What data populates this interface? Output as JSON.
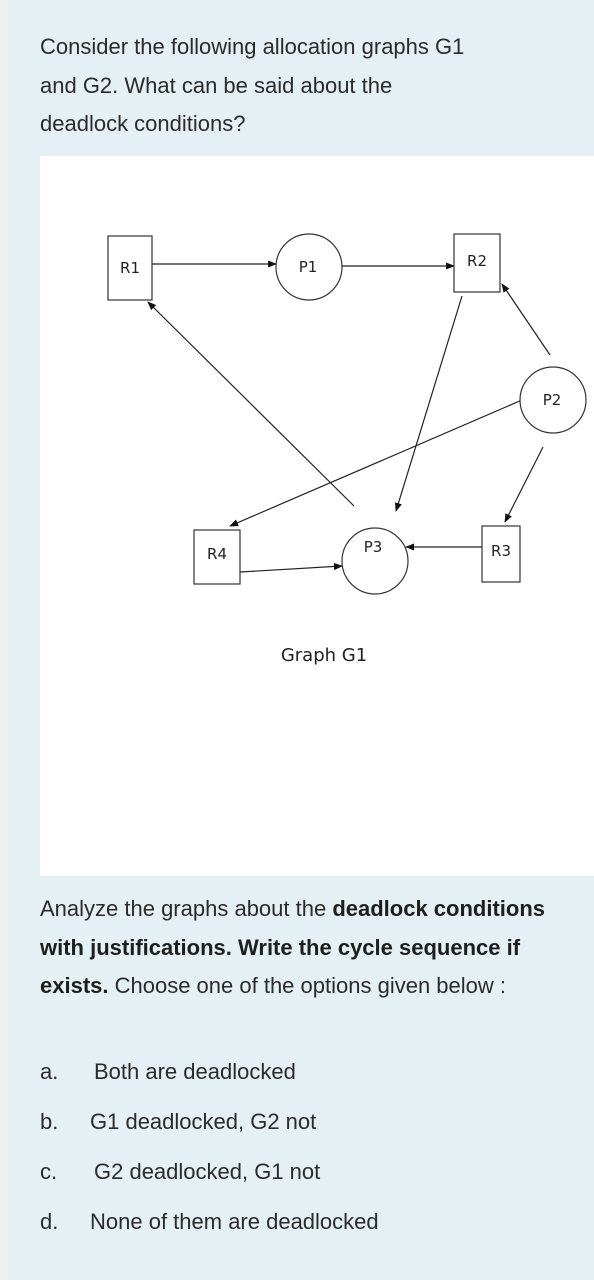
{
  "question": {
    "line1": "Consider the following allocation graphs G1",
    "line2": "and G2. What can be said about the",
    "line3": "deadlock conditions?"
  },
  "graph": {
    "caption": "Graph G1",
    "nodes": {
      "r1": "R1",
      "p1": "P1",
      "r2": "R2",
      "p2": "P2",
      "r4": "R4",
      "p3": "P3",
      "r3": "R3"
    }
  },
  "instructions": {
    "part1": "Analyze the graphs about the ",
    "bold": "deadlock conditions with justifications. Write the cycle sequence if exists.",
    "part2": " Choose one of the options given below :"
  },
  "options": [
    {
      "letter": "a.",
      "text": "Both are deadlocked"
    },
    {
      "letter": "b.",
      "text": "G1 deadlocked, G2 not"
    },
    {
      "letter": "c.",
      "text": "G2 deadlocked, G1 not"
    },
    {
      "letter": "d.",
      "text": "None of them are deadlocked"
    }
  ]
}
